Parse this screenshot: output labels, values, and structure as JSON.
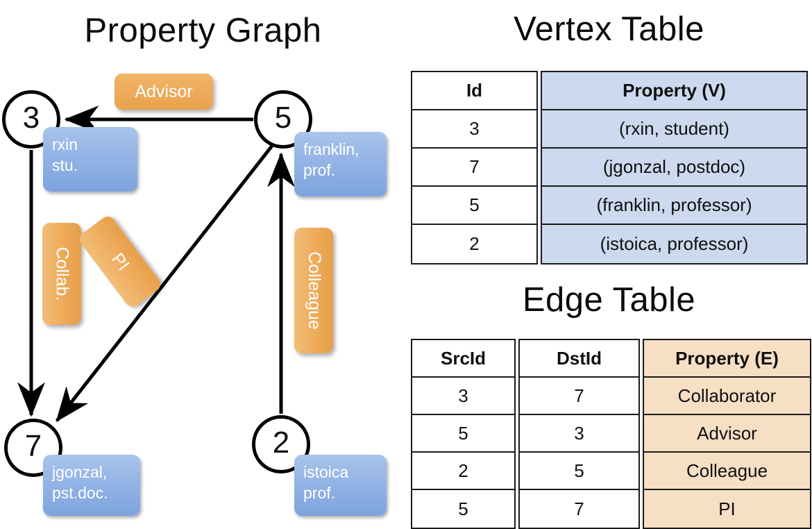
{
  "titles": {
    "property_graph": "Property Graph",
    "vertex_table": "Vertex Table",
    "edge_table": "Edge Table"
  },
  "graph": {
    "vertices": [
      {
        "id": "3",
        "label": "rxin\nstu.",
        "name": "rxin",
        "role": "stu."
      },
      {
        "id": "5",
        "label": "franklin,\nprof.",
        "name": "franklin,",
        "role": "prof."
      },
      {
        "id": "7",
        "label": "jgonzal,\npst.doc.",
        "name": "jgonzal,",
        "role": "pst.doc."
      },
      {
        "id": "2",
        "label": "istoica\nprof.",
        "name": "istoica",
        "role": "prof."
      }
    ],
    "edge_labels": {
      "advisor": "Advisor",
      "collab": "Collab.",
      "pi": "PI",
      "colleague": "Colleague"
    },
    "edges": [
      {
        "src": "5",
        "dst": "3",
        "label": "Advisor"
      },
      {
        "src": "3",
        "dst": "7",
        "label": "Collab."
      },
      {
        "src": "5",
        "dst": "7",
        "label": "PI"
      },
      {
        "src": "2",
        "dst": "5",
        "label": "Colleague"
      }
    ]
  },
  "vertex_table": {
    "headers": [
      "Id",
      "Property (V)"
    ],
    "rows": [
      {
        "id": "3",
        "property": "(rxin, student)"
      },
      {
        "id": "7",
        "property": "(jgonzal, postdoc)"
      },
      {
        "id": "5",
        "property": "(franklin, professor)"
      },
      {
        "id": "2",
        "property": "(istoica, professor)"
      }
    ]
  },
  "edge_table": {
    "headers": [
      "SrcId",
      "DstId",
      "Property (E)"
    ],
    "rows": [
      {
        "src": "3",
        "dst": "7",
        "property": "Collaborator"
      },
      {
        "src": "5",
        "dst": "3",
        "property": "Advisor"
      },
      {
        "src": "2",
        "dst": "5",
        "property": "Colleague"
      },
      {
        "src": "5",
        "dst": "7",
        "property": "PI"
      }
    ]
  },
  "colors": {
    "vertex_property_blue": "#94b4e6",
    "edge_label_orange": "#eeac5c",
    "vertex_table_cell_blue": "#ccd9ef",
    "edge_table_cell_orange": "#f7dfc4",
    "stroke_black": "#000000",
    "background": "#ffffff"
  }
}
